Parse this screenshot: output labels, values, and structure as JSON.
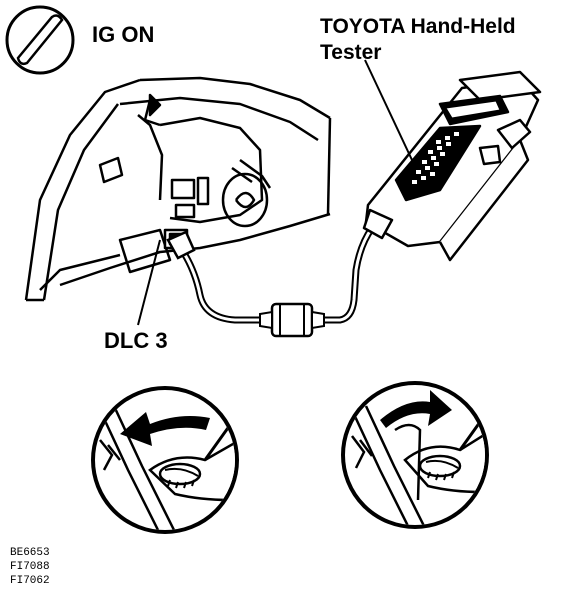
{
  "labels": {
    "ignition": "IG ON",
    "tester_line1": "TOYOTA Hand-Held",
    "tester_line2": "Tester",
    "connector": "DLC 3"
  },
  "figure_codes": [
    "BE6653",
    "FI7088",
    "FI7062"
  ],
  "icons": {
    "ignition_key": "ignition-key-icon",
    "connect_arrow": "curved-arrow-icon",
    "disconnect_arrow": "curved-arrow-icon"
  },
  "colors": {
    "ink": "#000000",
    "paper": "#ffffff"
  }
}
